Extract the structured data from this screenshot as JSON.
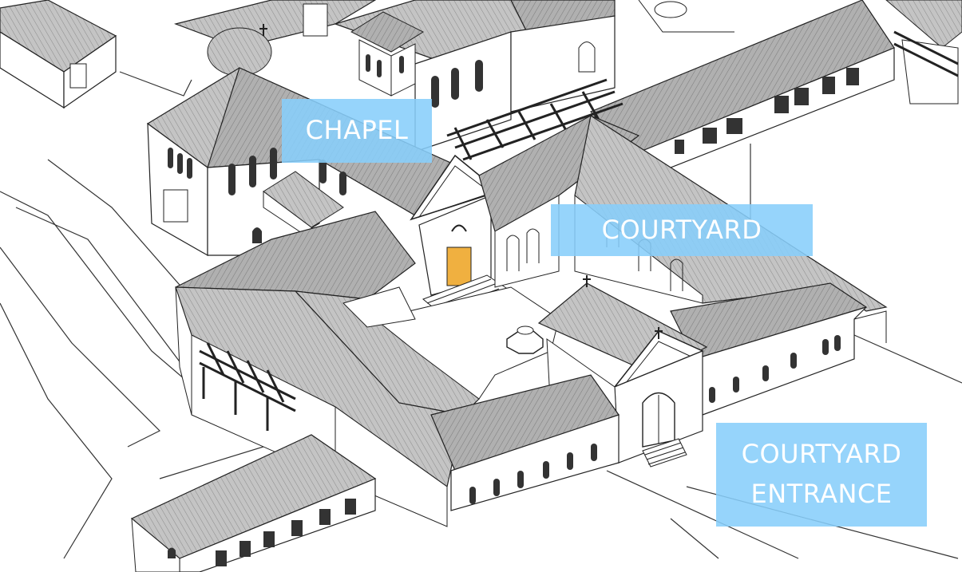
{
  "labels": {
    "chapel": "CHAPEL",
    "courtyard": "COURTYARD",
    "entrance_line1": "COURTYARD",
    "entrance_line2": "ENTRANCE"
  },
  "colors": {
    "label_background": "#87CEFA",
    "label_text": "#FFFFFF",
    "line": "#222222",
    "roof": "#b8b8b8",
    "roof_dark": "#9a9a9a",
    "wall": "#ffffff",
    "door": "#f0b040",
    "window": "#333333"
  }
}
